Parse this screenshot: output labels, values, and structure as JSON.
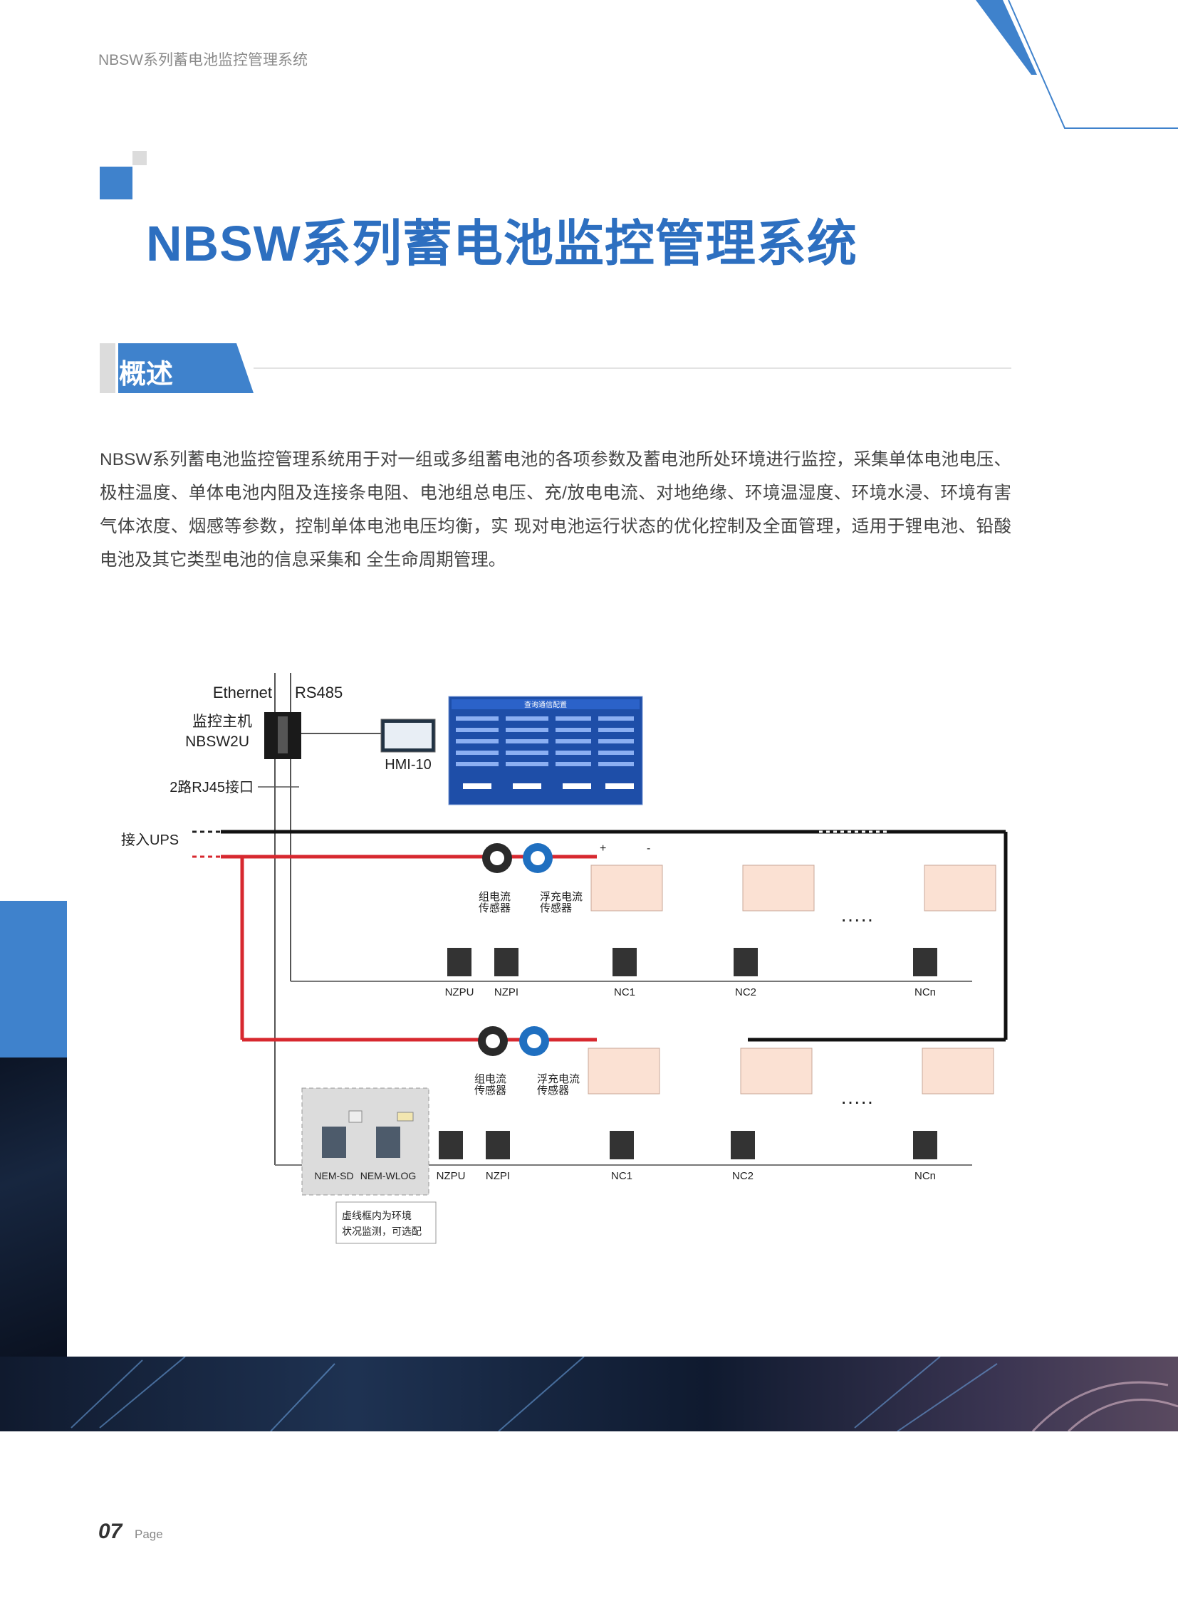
{
  "header": {
    "running_title": "NBSW系列蓄电池监控管理系统"
  },
  "page": {
    "title": "NBSW系列蓄电池监控管理系统",
    "number": "07",
    "page_word": "Page"
  },
  "section": {
    "label": "概述",
    "paragraph": "NBSW系列蓄电池监控管理系统用于对一组或多组蓄电池的各项参数及蓄电池所处环境进行监控，采集单体电池电压、极柱温度、单体电池内阻及连接条电阻、电池组总电压、充/放电电流、对地绝缘、环境温湿度、环境水浸、环境有害气体浓度、烟感等参数，控制单体电池电压均衡，实 现对电池运行状态的优化控制及全面管理，适用于锂电池、铅酸电池及其它类型电池的信息采集和 全生命周期管理。"
  },
  "diagram": {
    "ethernet": "Ethernet",
    "rs485": "RS485",
    "host_label_1": "监控主机",
    "host_label_2": "NBSW2U",
    "hmi": "HMI-10",
    "rj45": "2路RJ45接口",
    "ups": "接入UPS",
    "group_sensor_1": "组电流",
    "group_sensor_2": "传感器",
    "float_sensor_1": "浮充电流",
    "float_sensor_2": "传感器",
    "nzpu": "NZPU",
    "nzpi": "NZPI",
    "nc1": "NC1",
    "nc2": "NC2",
    "ncn": "NCn",
    "nem_sd": "NEM-SD",
    "nem_wlog": "NEM-WLOG",
    "ellipsis": "·····",
    "note_1": "虚线框内为环境",
    "note_2": "状况监测，可选配",
    "plus": "+",
    "minus": "-",
    "screen_title": "查询通信配置"
  },
  "colors": {
    "brand_blue": "#2d6fc0",
    "accent_blue": "#3f82cc",
    "power_red": "#d7282f"
  }
}
